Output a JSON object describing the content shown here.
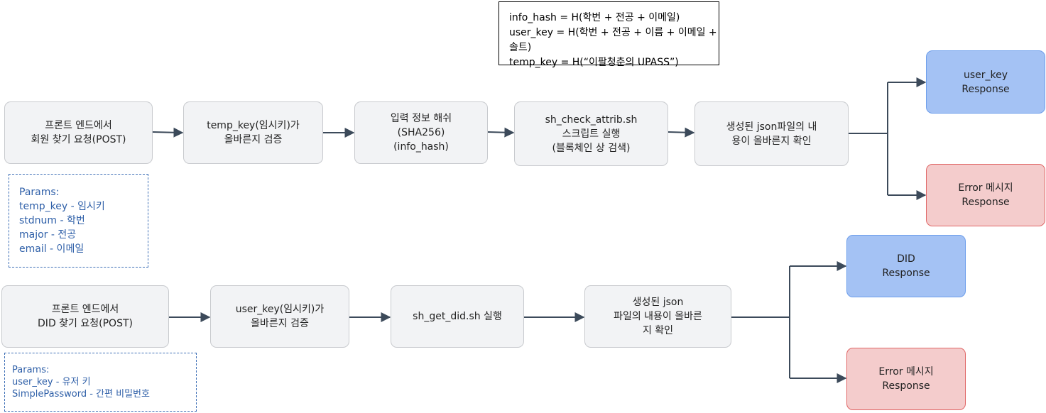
{
  "formula": [
    "info_hash = H(학번 + 전공 + 이메일)",
    "user_key = H(학번 + 전공 + 이름 + 이메일 + 솔트)",
    "temp_key = H(“이팔청춘의 UPASS”)"
  ],
  "flow1": {
    "steps": [
      [
        "프론트 엔드에서",
        "회원 찾기 요청(POST)"
      ],
      [
        "temp_key(임시키)가",
        "올바른지 검증"
      ],
      [
        "입력 정보 해쉬",
        "(SHA256)",
        "(info_hash)"
      ],
      [
        "sh_check_attrib.sh",
        "스크립트 실행",
        "(블록체인 상 검색)"
      ],
      [
        "생성된 json파일의 내",
        "용이 올바른지 확인"
      ]
    ],
    "success": [
      "user_key",
      "Response"
    ],
    "error": [
      "Error 메시지",
      "Response"
    ],
    "params": [
      "Params:",
      "temp_key - 임시키",
      "stdnum - 학번",
      "major - 전공",
      "email - 이메일"
    ]
  },
  "flow2": {
    "steps": [
      [
        "프론트 엔드에서",
        "DID  찾기 요청(POST)"
      ],
      [
        "user_key(임시키)가",
        "올바른지 검증"
      ],
      [
        "sh_get_did.sh  실행"
      ],
      [
        "생성된 json",
        "파일의 내용이 올바른",
        "지 확인"
      ]
    ],
    "success": [
      "DID",
      "Response"
    ],
    "error": [
      "Error 메시지",
      "Response"
    ],
    "params": [
      "Params:",
      "user_key - 유저 키",
      "SimplePassword - 간편 비밀번호"
    ]
  },
  "colors": {
    "node_fill": "#f2f3f5",
    "success_fill": "#a4c2f4",
    "error_fill": "#f4cccc",
    "connector": "#3c4a5a",
    "params_border": "#3d6fb6"
  }
}
